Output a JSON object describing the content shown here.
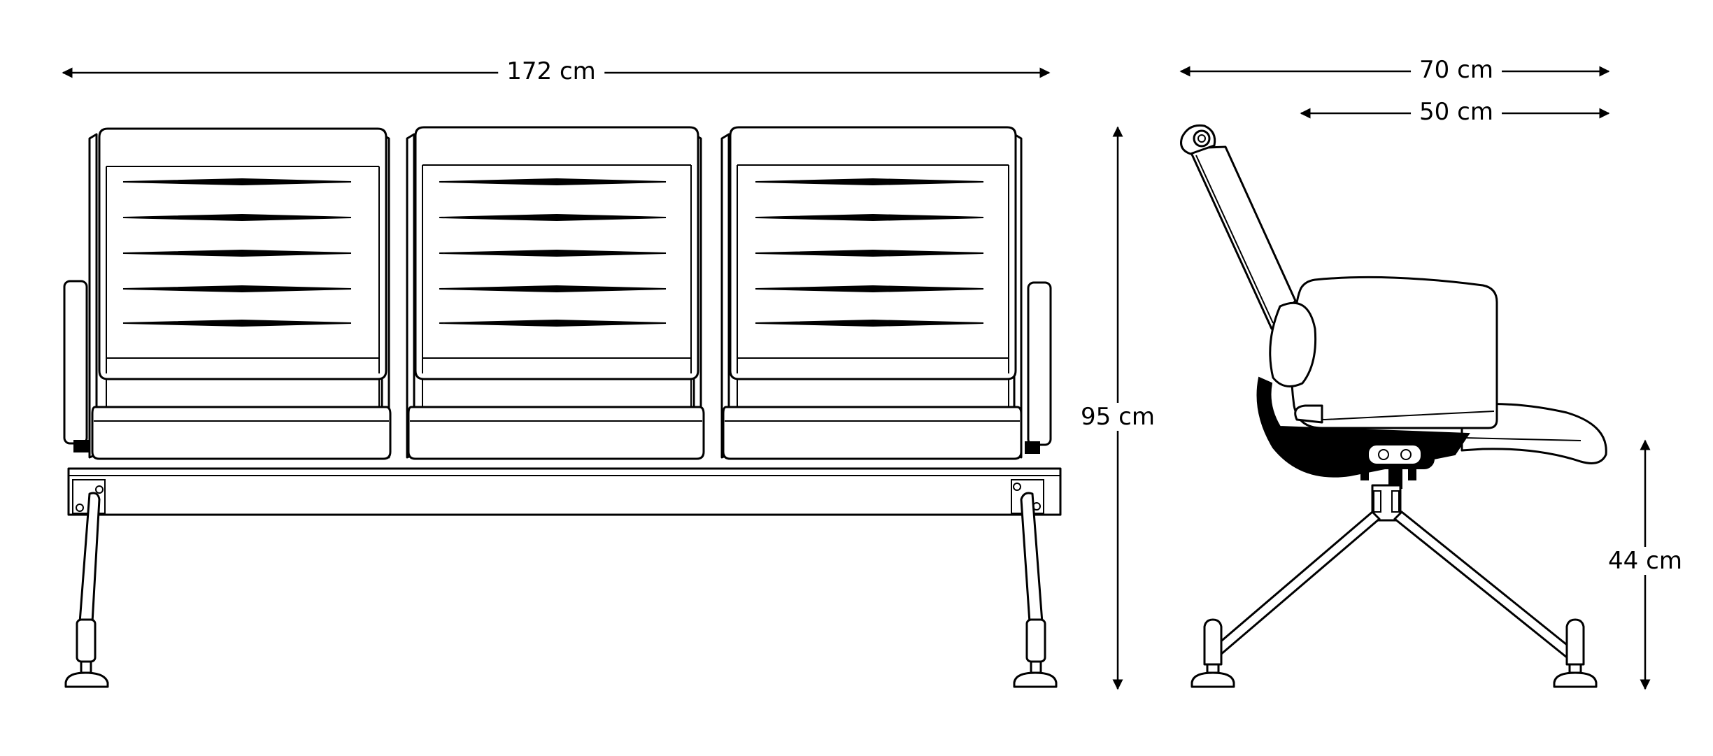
{
  "dimensions": {
    "width_total": "172 cm",
    "depth_total": "70 cm",
    "depth_seat": "50 cm",
    "height_total": "95 cm",
    "height_seat": "44 cm"
  },
  "colors": {
    "line": "#000000",
    "background": "#ffffff"
  }
}
